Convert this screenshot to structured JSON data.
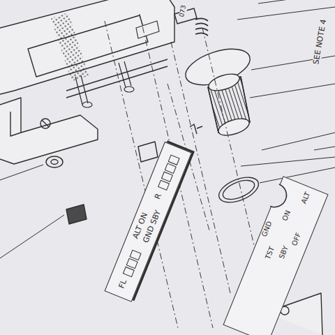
{
  "diagram": {
    "nodes": [
      {
        "text": [
          "FL",
          "ALT ON",
          "GND SBY",
          "R"
        ]
      },
      {
        "text": [
          "TST",
          "SBY",
          "GND",
          "OFF",
          "ON",
          "ALT"
        ]
      }
    ],
    "labels": [
      "073",
      "SEE NOTE 4"
    ]
  }
}
